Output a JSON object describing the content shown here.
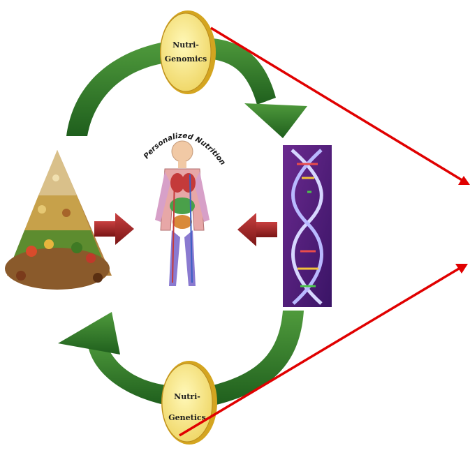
{
  "nodes": {
    "top": {
      "line1": "Nutri-",
      "line2": "Genomics"
    },
    "bottom": {
      "line1": "Nutri-",
      "line2": "Genetics"
    }
  },
  "center_title": "Personalized Nutrition",
  "images": {
    "left": "food-pyramid",
    "center": "human-body-anatomy",
    "right": "dna-double-helix"
  },
  "colors": {
    "cycle_arrow": "#2e7d32",
    "small_arrow": "#9b2222",
    "pointer_line": "#e00000",
    "node_fill": "#f7e98a",
    "node_rim": "#d4a520"
  }
}
